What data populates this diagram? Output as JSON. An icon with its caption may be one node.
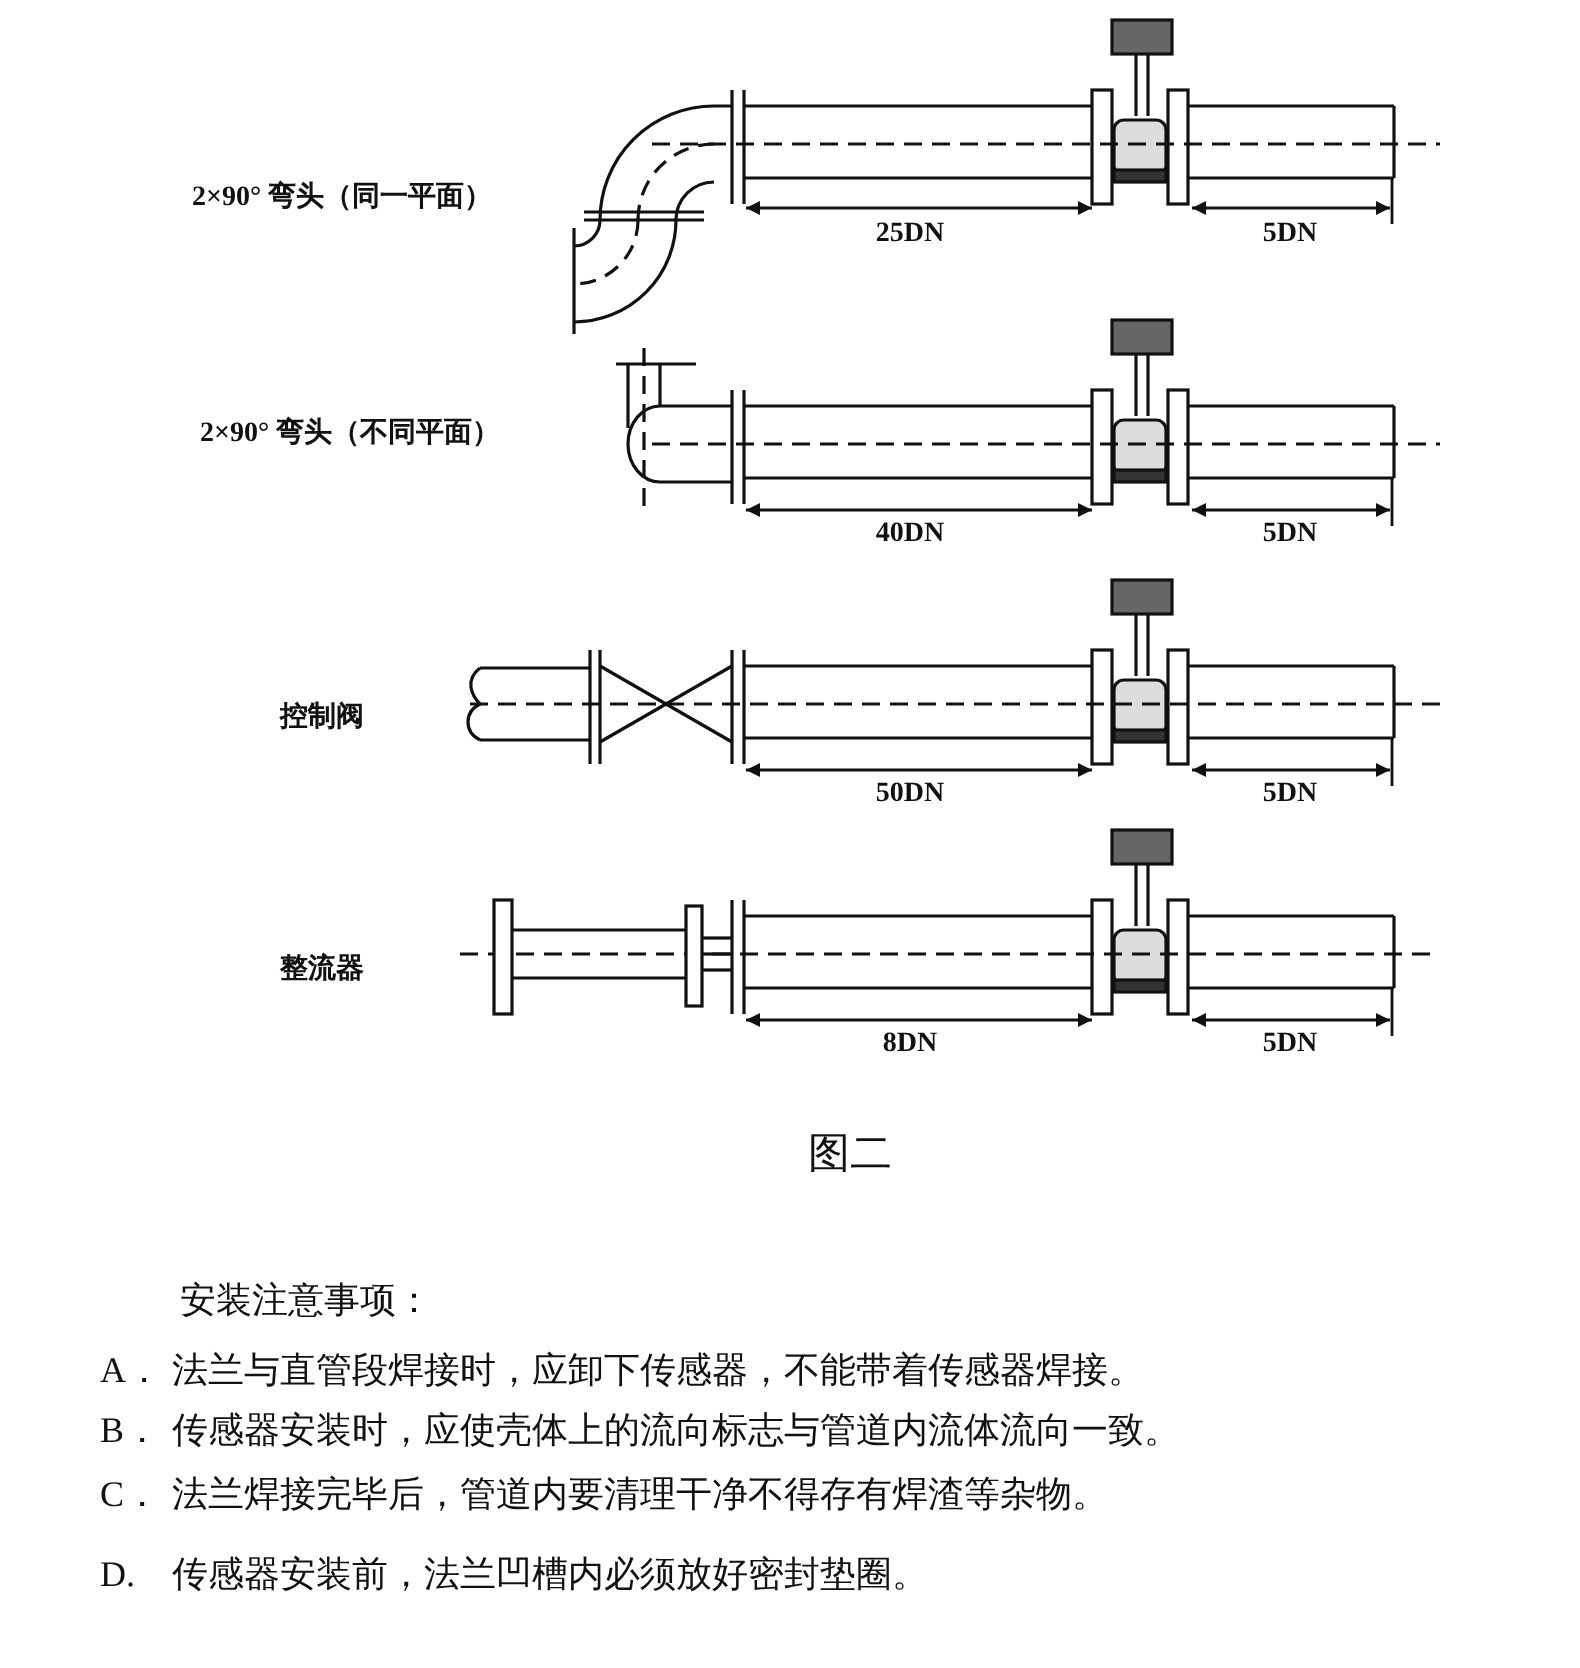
{
  "diagram": {
    "caption": "图二",
    "labels": [
      "2×90° 弯头（同一平面）",
      "25DN",
      "5DN",
      "2×90° 弯头（不同平面）",
      "40DN",
      "5DN",
      "控制阀",
      "50DN",
      "5DN",
      "整流器",
      "8DN",
      "5DN",
      "安装注意事项：",
      "A．",
      "法兰与直管段焊接时，应卸下传感器，不能带着传感器焊接。",
      "B．",
      "传感器安装时，应使壳体上的流向标志与管道内流体流向一致。",
      "C．",
      "法兰焊接完毕后，管道内要清理干净不得存有焊渣等杂物。",
      "D.",
      "传感器安装前，法兰凹槽内必须放好密封垫圈。"
    ]
  }
}
